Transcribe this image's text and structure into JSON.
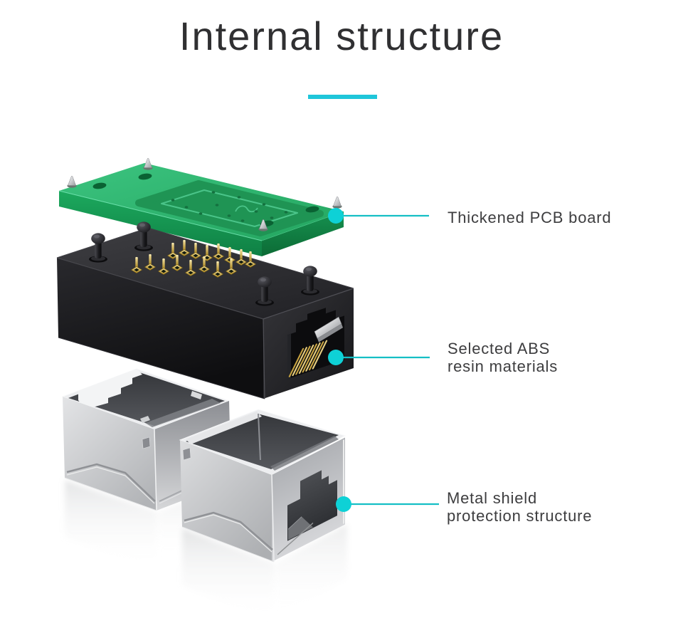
{
  "title": "Internal structure",
  "divider": {
    "color": "#1fc6da"
  },
  "accent": {
    "leader_line_color": "#15bfc5",
    "dot_color": "#0ed1d6"
  },
  "callouts": [
    {
      "id": "pcb-board",
      "lines": [
        "Thickened PCB board"
      ]
    },
    {
      "id": "abs-resin-body",
      "lines": [
        "Selected ABS",
        "resin materials"
      ]
    },
    {
      "id": "metal-shield",
      "lines": [
        "Metal shield",
        "protection structure"
      ]
    }
  ],
  "figure": {
    "parts": [
      {
        "name": "pcb-board",
        "color": "#2eb873"
      },
      {
        "name": "abs-resin-body",
        "color": "#1d1d20"
      },
      {
        "name": "metal-shield-left",
        "color": "#c9cbce"
      },
      {
        "name": "metal-shield-right",
        "color": "#c9cbce"
      }
    ]
  }
}
